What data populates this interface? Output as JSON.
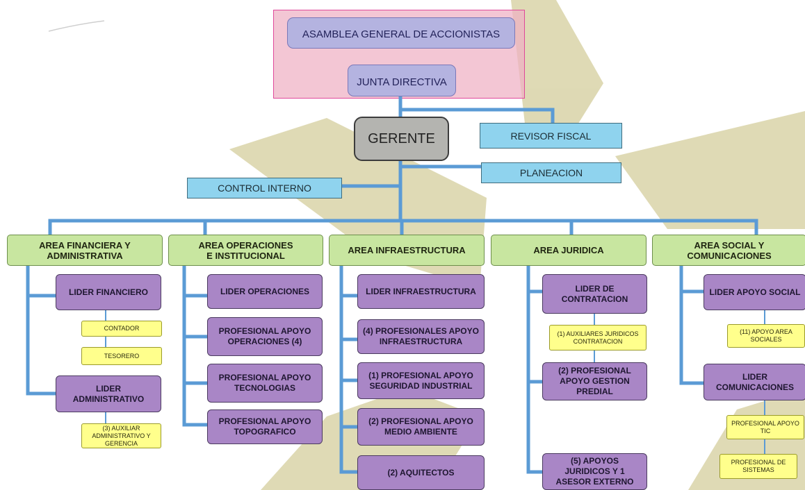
{
  "colors": {
    "watermark": "#d9d3a8",
    "connector": "#5b9bd5",
    "board_frame": "#e0489a",
    "area_fill": "#c8e6a0",
    "role_fill": "#a986c6",
    "sub_fill": "#ffff8c",
    "blue_fill": "#8fd3ee"
  },
  "top": {
    "asamblea": "ASAMBLEA GENERAL DE ACCIONISTAS",
    "junta": "JUNTA DIRECTIVA"
  },
  "gerente": "GERENTE",
  "revisor": "REVISOR FISCAL",
  "planeacion": "PLANEACION",
  "control": "CONTROL INTERNO",
  "areas": {
    "financiera": "AREA FINANCIERA Y ADMINISTRATIVA",
    "operaciones": "AREA OPERACIONES E INSTITUCIONAL",
    "infraestructura": "AREA INFRAESTRUCTURA",
    "juridica": "AREA JURIDICA",
    "social": "AREA SOCIAL Y COMUNICACIONES"
  },
  "financiera": {
    "lider_financiero": "LIDER FINANCIERO",
    "contador": "CONTADOR",
    "tesorero": "TESORERO",
    "lider_administrativo": "LIDER ADMINISTRATIVO",
    "auxiliar": "(3) AUXILIAR ADMINISTRATIVO Y GERENCIA"
  },
  "operaciones": {
    "lider": "LIDER OPERACIONES",
    "apoyo_operaciones": "PROFESIONAL APOYO OPERACIONES (4)",
    "apoyo_tecnologias": "PROFESIONAL APOYO TECNOLOGIAS",
    "apoyo_topografico": "PROFESIONAL APOYO TOPOGRAFICO"
  },
  "infraestructura": {
    "lider": "LIDER INFRAESTRUCTURA",
    "profesionales": "(4) PROFESIONALES APOYO INFRAESTRUCTURA",
    "seguridad": "(1) PROFESIONAL APOYO SEGURIDAD INDUSTRIAL",
    "medio_ambiente": "(2) PROFESIONAL APOYO MEDIO AMBIENTE",
    "aquitectos": "(2) AQUITECTOS"
  },
  "juridica": {
    "lider": "LIDER DE CONTRATACION",
    "auxiliares": "(1) AUXILIARES JURIDICOS CONTRATACION",
    "predial": "(2) PROFESIONAL APOYO GESTION PREDIAL",
    "apoyos": "(5) APOYOS JURIDICOS Y 1 ASESOR EXTERNO"
  },
  "social": {
    "lider_apoyo": "LIDER APOYO SOCIAL",
    "apoyo_area": "(11) APOYO AREA SOCIALES",
    "lider_comunicaciones": "LIDER COMUNICACIONES",
    "apoyo_tic": "PROFESIONAL APOYO TIC",
    "sistemas": "PROFESIONAL DE SISTEMAS"
  }
}
